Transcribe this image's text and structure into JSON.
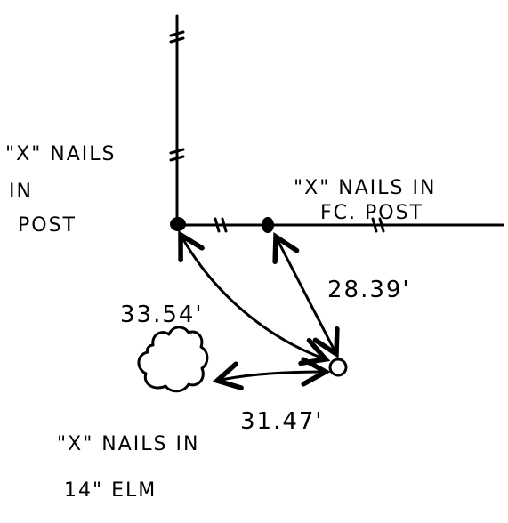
{
  "labels": {
    "post_left_line1": "\"X\" NAILS",
    "post_left_line2": "IN",
    "post_left_line3": "POST",
    "fc_post_line1": "\"X\" NAILS IN",
    "fc_post_line2": "FC. POST",
    "elm_line1": "\"X\" NAILS IN",
    "elm_line2": "14\" ELM"
  },
  "measurements": {
    "post_to_point": "33.54'",
    "fc_post_to_point": "28.39'",
    "elm_to_point": "31.47'"
  }
}
